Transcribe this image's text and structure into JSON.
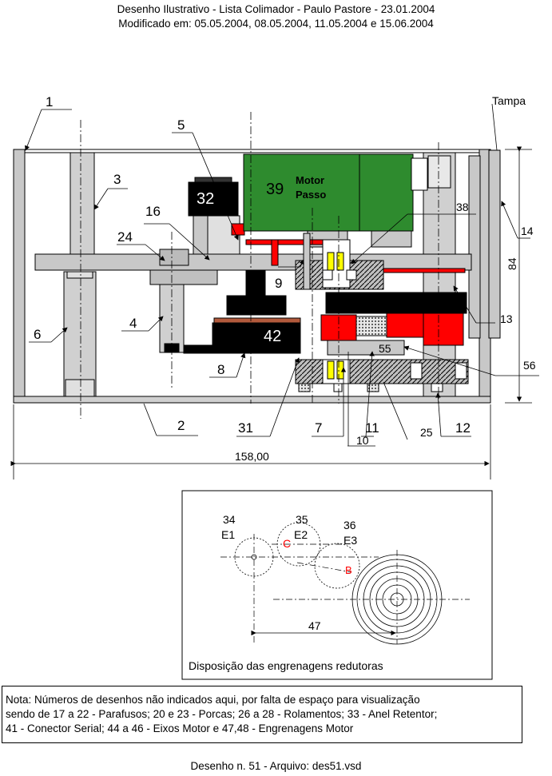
{
  "header": {
    "line1": "Desenho Ilustrativo - Lista Colimador - Paulo Pastore - 23.01.2004",
    "line2": "Modificado em: 05.05.2004, 08.05.2004, 11.05.2004 e 15.06.2004"
  },
  "labels": {
    "tampa": "Tampa",
    "motor_num": "39",
    "motor_l1": "Motor",
    "motor_l2": "Passo",
    "n1": "1",
    "n2": "2",
    "n3": "3",
    "n4": "4",
    "n5": "5",
    "n6": "6",
    "n7": "7",
    "n8": "8",
    "n9": "9",
    "n10": "10",
    "n11": "11",
    "n12": "12",
    "n13": "13",
    "n14": "14",
    "n16": "16",
    "n24": "24",
    "n25": "25",
    "n31": "31",
    "n32": "32",
    "n38": "38",
    "n42": "42",
    "n55": "55",
    "n56": "56"
  },
  "dimensions": {
    "width": "158,00",
    "height": "84"
  },
  "gears_box": {
    "g1_num": "34",
    "g1_name": "E1",
    "g2_num": "35",
    "g2_name": "E2",
    "g3_num": "36",
    "g3_name": "E3",
    "point_c": "C",
    "point_b": "B",
    "distance": "47",
    "caption": "Disposição das engrenagens redutoras"
  },
  "note": {
    "line1": "Nota: Números de desenhos não indicados aqui, por falta de espaço para visualização",
    "line2": "sendo de 17 a 22 - Parafusos; 20 e 23 - Porcas; 26 a 28 - Rolamentos; 33 - Anel Retentor;",
    "line3": "41 - Conector Serial; 44 a 46 - Eixos Motor e 47,48 - Engrenagens Motor"
  },
  "footer": "Desenho n. 51 - Arquivo: des51.vsd",
  "colors": {
    "motor_green": "#2e8b2e",
    "part_red": "#ff0000",
    "part_black": "#000000",
    "part_gray": "#c0c0c0",
    "part_yellow": "#ffff00",
    "part_brown": "#b25a3c",
    "accent_red_text": "#ff0000"
  }
}
